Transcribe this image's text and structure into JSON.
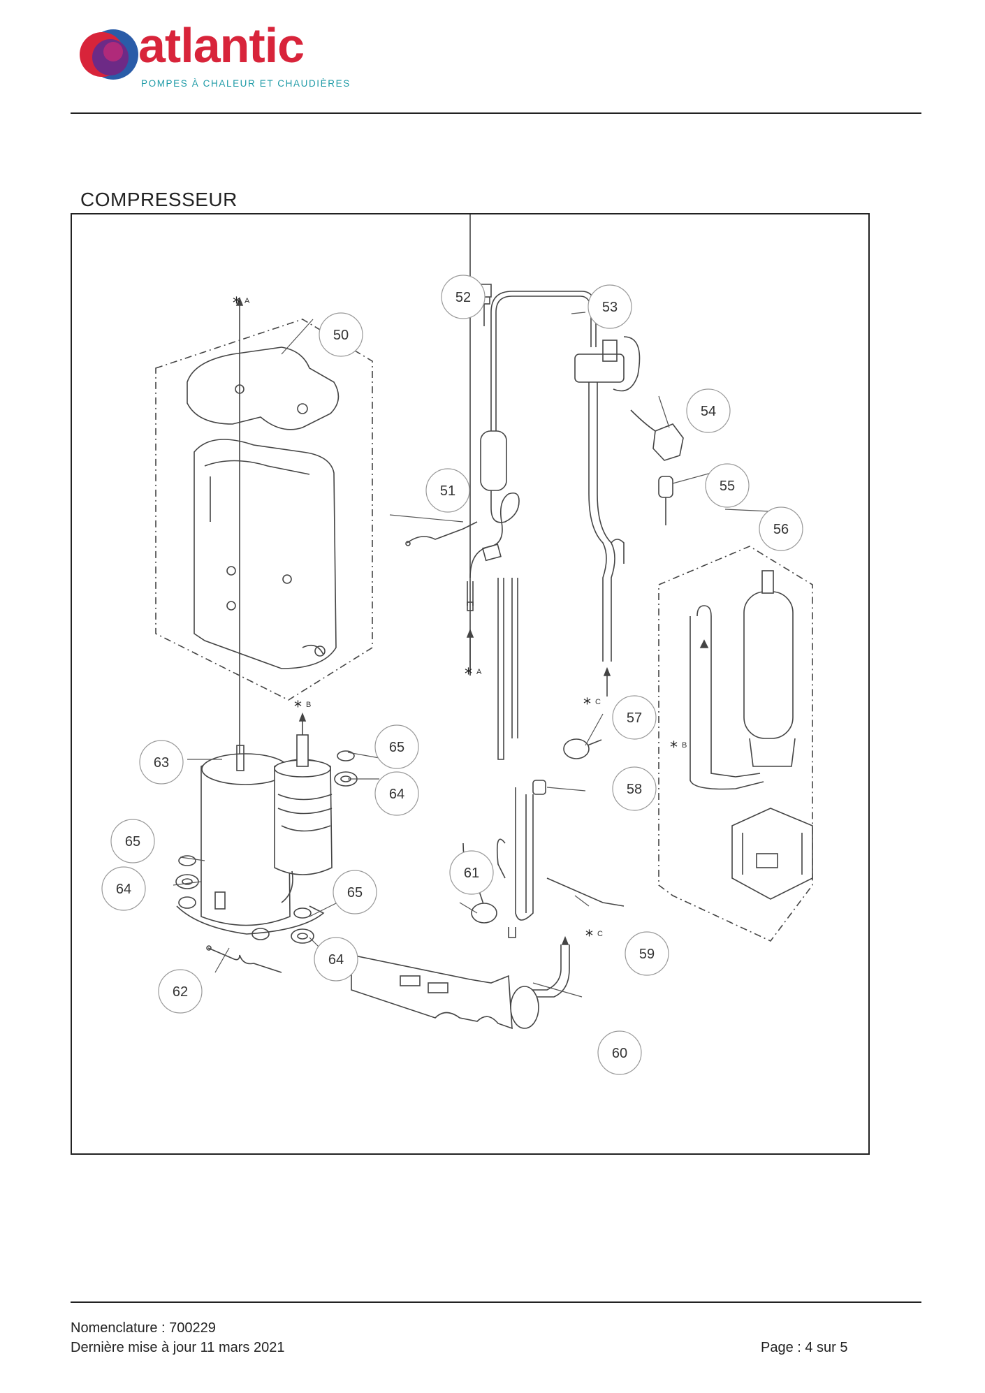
{
  "brand": {
    "name": "atlantic",
    "tagline": "POMPES À CHALEUR ET CHAUDIÈRES",
    "colors": {
      "red": "#d8243a",
      "teal": "#1d9aa6",
      "purple": "#6d2a86",
      "blue": "#2a5ca8"
    }
  },
  "section": {
    "title": "COMPRESSEUR"
  },
  "diagram": {
    "callouts": [
      "50",
      "51",
      "52",
      "53",
      "54",
      "55",
      "56",
      "57",
      "58",
      "59",
      "60",
      "61",
      "62",
      "63",
      "65",
      "64",
      "65",
      "64",
      "65",
      "64"
    ],
    "refs": [
      {
        "star": "*",
        "letter": "A"
      },
      {
        "star": "*",
        "letter": "A"
      },
      {
        "star": "*",
        "letter": "B"
      },
      {
        "star": "*",
        "letter": "B"
      },
      {
        "star": "*",
        "letter": "C"
      },
      {
        "star": "*",
        "letter": "C"
      }
    ]
  },
  "footer": {
    "nomenclature": "Nomenclature : 700229",
    "updated": "Dernière mise à jour 11 mars 2021",
    "page": "Page : 4 sur 5"
  }
}
